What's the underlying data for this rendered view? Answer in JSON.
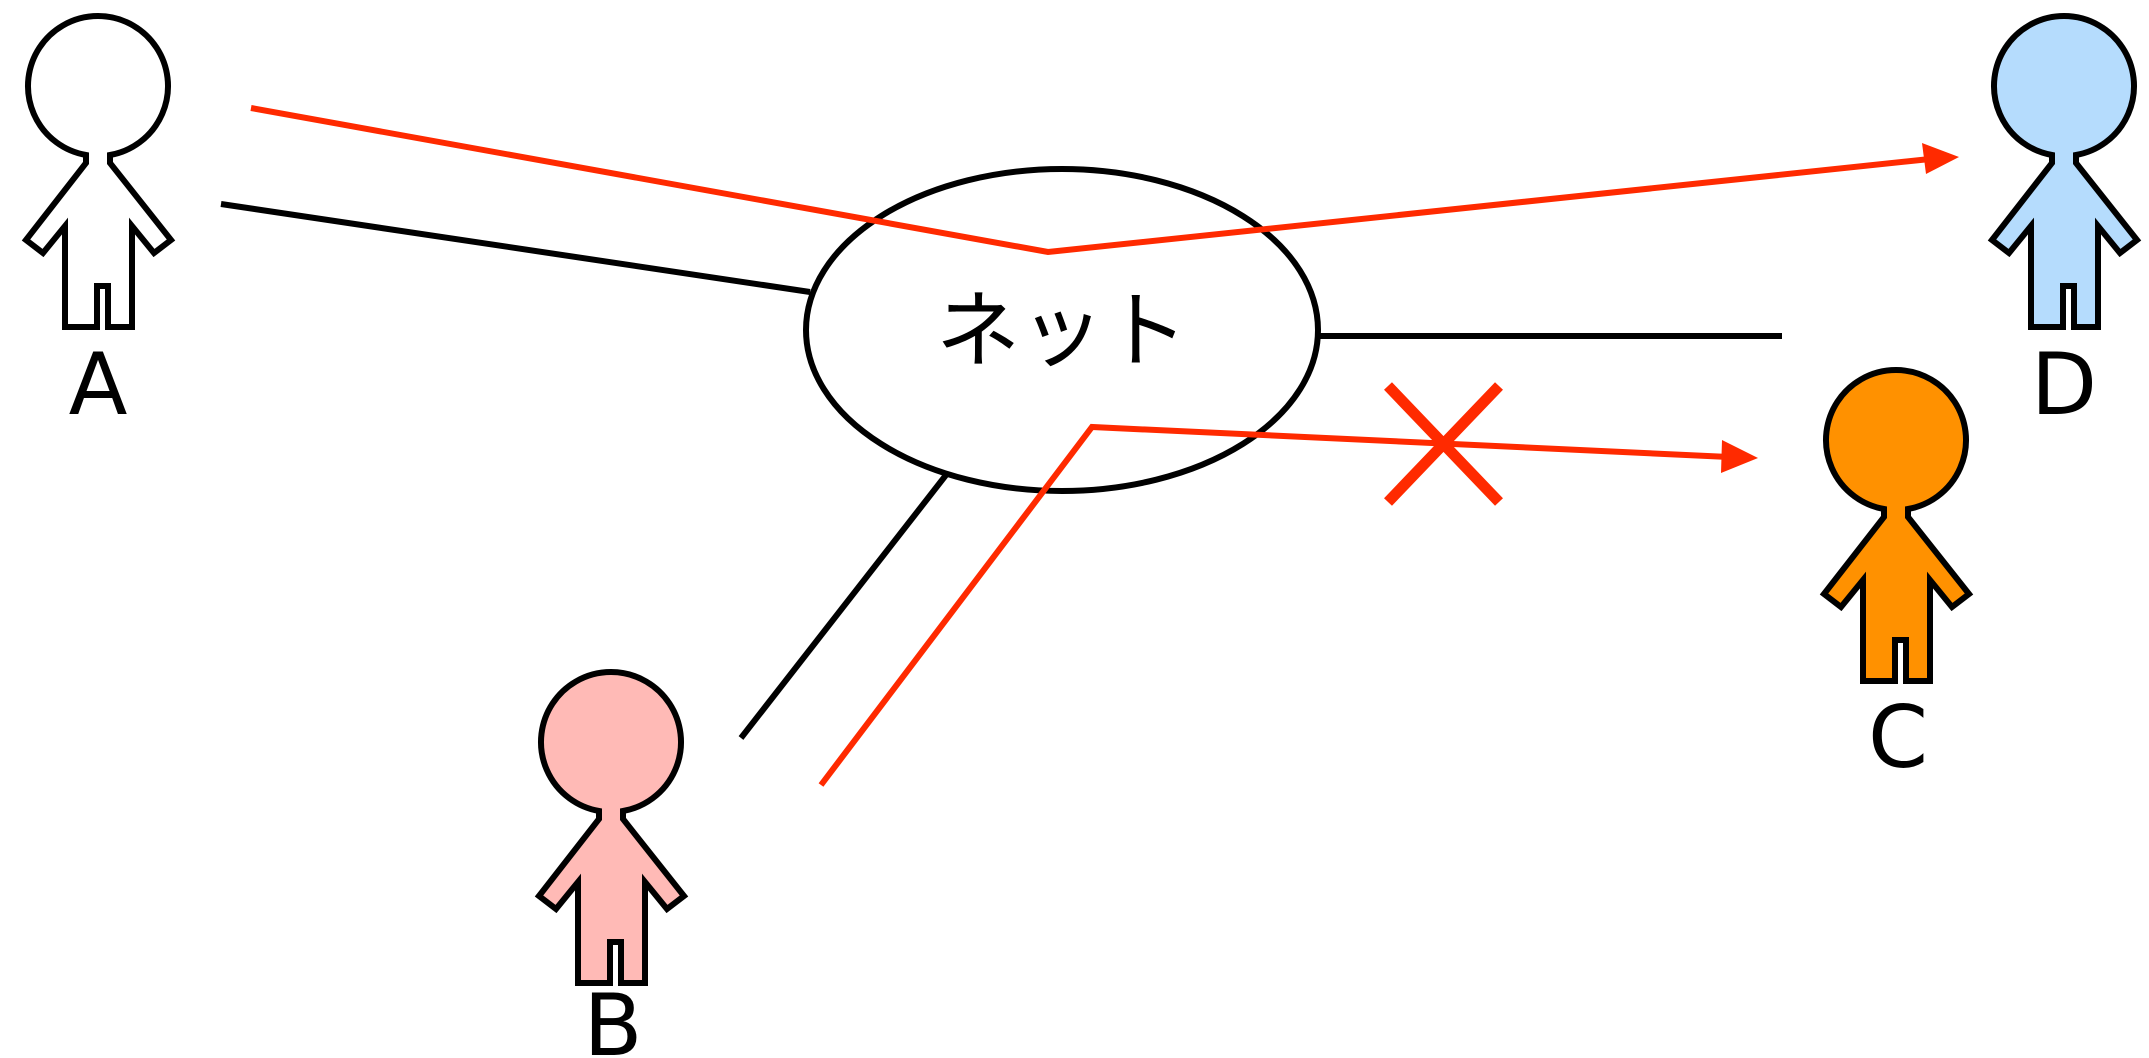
{
  "network": {
    "label": "ネット"
  },
  "persons": [
    {
      "id": "A",
      "label": "A",
      "fill": "#ffffff"
    },
    {
      "id": "B",
      "label": "B",
      "fill": "#ffbab6"
    },
    {
      "id": "C",
      "label": "C",
      "fill": "#ff9100"
    },
    {
      "id": "D",
      "label": "D",
      "fill": "#b5dcfd"
    }
  ],
  "colors": {
    "outline": "#000000",
    "connection": "#000000",
    "message": "#ff2a00",
    "blocked_mark": "#ff2a00"
  },
  "messages": [
    {
      "from": "A",
      "to": "D",
      "blocked": false
    },
    {
      "from": "B",
      "to": "C",
      "blocked": true
    }
  ]
}
